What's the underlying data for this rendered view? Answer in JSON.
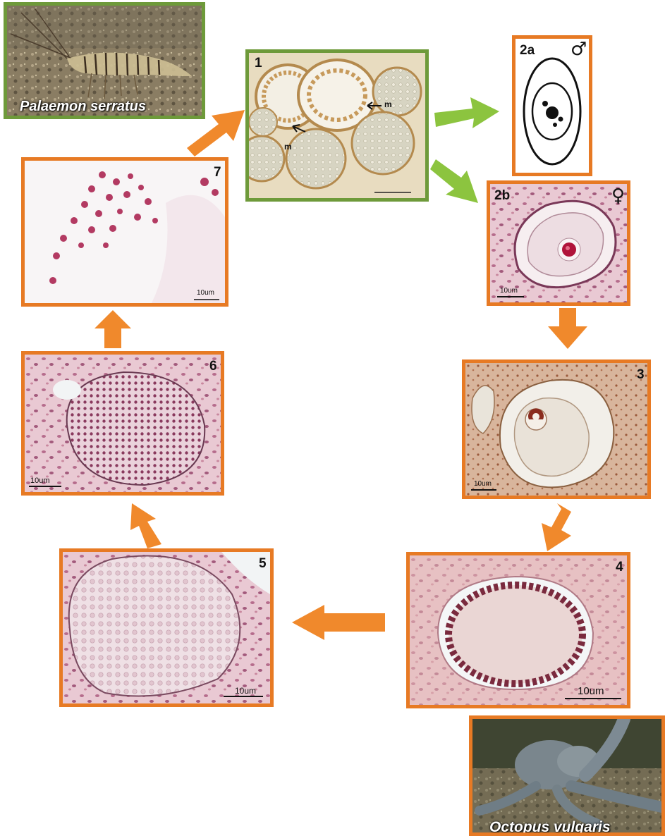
{
  "host_captions": {
    "shrimp": "Palaemon serratus",
    "octopus": "Octopus vulgaris"
  },
  "panels": {
    "p1": {
      "label": "1",
      "marker": "m"
    },
    "p2a": {
      "label": "2a",
      "symbol": "♂"
    },
    "p2b": {
      "label": "2b",
      "symbol": "♀",
      "scale": "10um"
    },
    "p3": {
      "label": "3",
      "scale": "10um"
    },
    "p4": {
      "label": "4",
      "scale": "10um"
    },
    "p5": {
      "label": "5",
      "scale": "10um"
    },
    "p6": {
      "label": "6",
      "scale": "10um"
    },
    "p7": {
      "label": "7",
      "scale": "10um"
    }
  },
  "colors": {
    "orange_frame": "#e77a24",
    "green_frame": "#6e9a3a",
    "orange_arrow": "#f0892c",
    "green_arrow": "#8cc43f"
  }
}
